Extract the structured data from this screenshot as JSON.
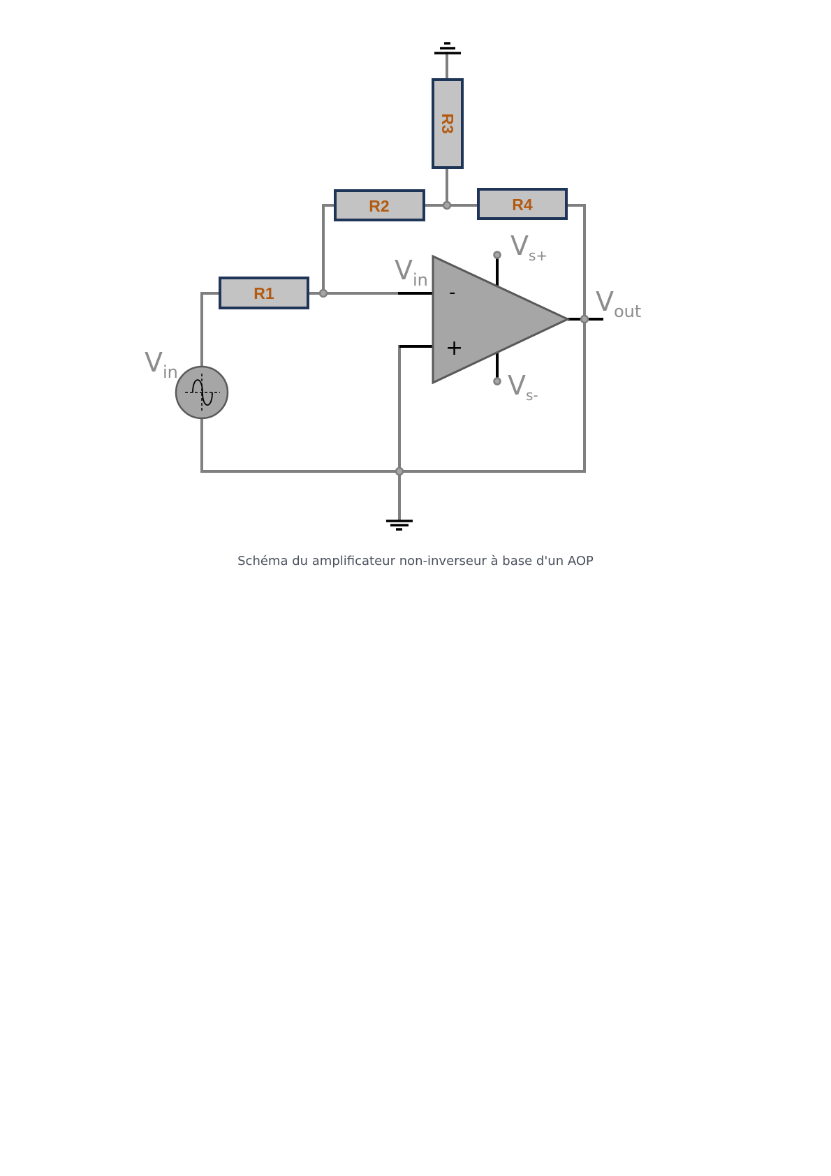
{
  "diagram": {
    "resistors": {
      "r1": "R1",
      "r2": "R2",
      "r3": "R3",
      "r4": "R4"
    },
    "labels": {
      "vin_source": {
        "main": "V",
        "sub": "in"
      },
      "vin_inverting": {
        "main": "V",
        "sub": "in"
      },
      "vout": {
        "main": "V",
        "sub": "out"
      },
      "vs_plus": {
        "main": "V",
        "sub": "s+"
      },
      "vs_minus": {
        "main": "V",
        "sub": "s-"
      }
    },
    "opamp": {
      "inverting_sign": "-",
      "noninverting_sign": "+"
    },
    "icons": {
      "source": "ac-voltage-source-icon",
      "ground": "ground-icon"
    },
    "colors": {
      "wire": "#7f7f7f",
      "resistor_fill": "#c3c3c3",
      "resistor_border": "#1f3557",
      "resistor_label": "#b35a12",
      "opamp_fill": "#a6a6a6"
    }
  },
  "caption": "Schéma du amplificateur non-inverseur à base d'un AOP"
}
